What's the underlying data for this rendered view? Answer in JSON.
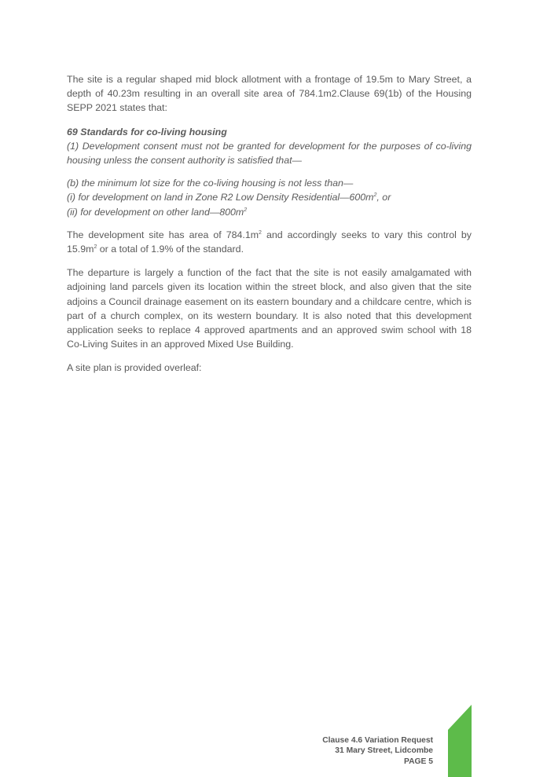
{
  "body": {
    "para1": "The site is a regular shaped mid block allotment with a frontage of 19.5m to Mary Street, a depth of 40.23m resulting in an overall site area of 784.1m2.Clause 69(1b) of the Housing SEPP 2021 states that:",
    "quote_heading": "69   Standards for co-living housing",
    "quote_line1": "(1)  Development consent must not be granted for development for the purposes of co-living housing unless the consent authority is satisfied that—",
    "quote_b": "(b)  the minimum lot size for the co-living housing is not less than—",
    "quote_i_pre": "(i)  for development on land in Zone R2 Low Density Residential—600m",
    "quote_i_sup": "2",
    "quote_i_post": ", or",
    "quote_ii_pre": "(ii)  for development on other land—800m",
    "quote_ii_sup": "2",
    "para2_a": "The development site has area of 784.1m",
    "para2_sup1": "2",
    "para2_b": " and accordingly seeks to vary this control by 15.9m",
    "para2_sup2": "2",
    "para2_c": " or a total of 1.9% of the standard.",
    "para3": "The departure is largely a function of the fact that the site is not easily amalgamated with adjoining land parcels given its location within the street block, and also given that the site adjoins a Council drainage easement on its eastern boundary and a childcare centre, which is part of a church complex, on its western boundary. It is also noted that this development application seeks to replace 4 approved apartments and an approved swim school with 18 Co-Living Suites in an approved Mixed Use Building.",
    "para4": "A site plan is provided overleaf:"
  },
  "footer": {
    "line1": "Clause 4.6 Variation Request",
    "line2": "31 Mary Street, Lidcombe",
    "line3": "PAGE 5"
  },
  "colors": {
    "accent": "#5dbb4a",
    "text": "#5a5a5a"
  }
}
